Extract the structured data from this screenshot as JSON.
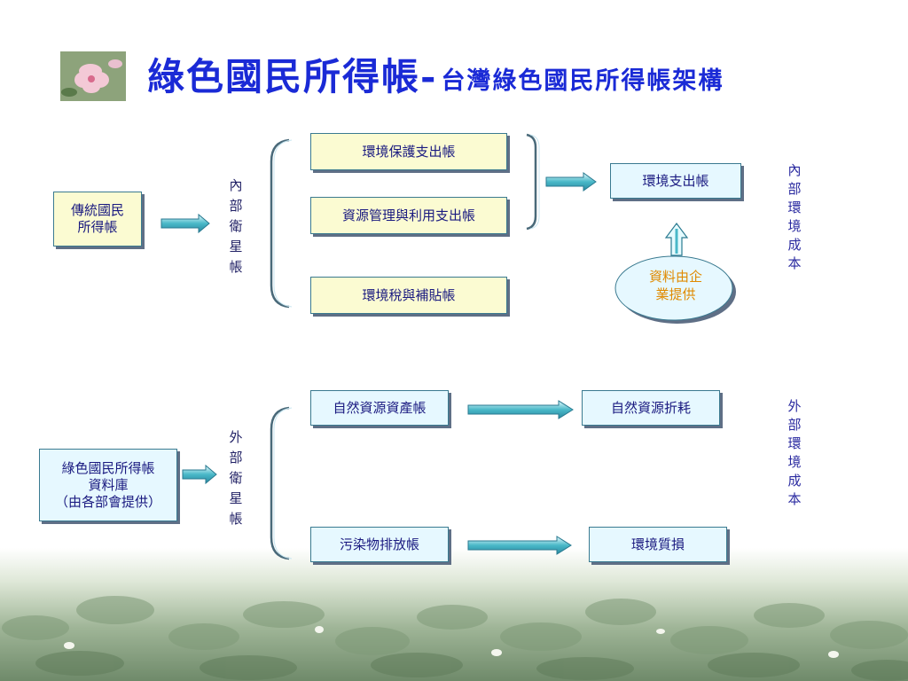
{
  "title": {
    "main": "綠色國民所得帳-",
    "sub": "台灣綠色國民所得帳架構"
  },
  "internal": {
    "source_line1": "傳統國民",
    "source_line2": "所得帳",
    "vertical_label": "內部衛星帳",
    "accounts": [
      "環境保護支出帳",
      "資源管理與利用支出帳",
      "環境稅與補貼帳"
    ],
    "target": "環境支出帳",
    "provider_line1": "資料由企",
    "provider_line2": "業提供",
    "side_label": "內部環境成本"
  },
  "external": {
    "source_line1": "綠色國民所得帳",
    "source_line2": "資料庫",
    "source_line3": "（由各部會提供）",
    "vertical_label": "外部衛星帳",
    "accounts": [
      "自然資源資產帳",
      "污染物排放帳"
    ],
    "targets": [
      "自然資源折耗",
      "環境質損"
    ],
    "side_label": "外部環境成本"
  },
  "colors": {
    "title": "#1a2ad6",
    "box_fill": "#fbfbd2",
    "box_fill_blue": "#e6f8ff",
    "arrow": "#49b8c8",
    "provider_text": "#e08a00"
  },
  "icons": {
    "title_image": "flower-photo-icon",
    "background": "plant-field-image"
  }
}
